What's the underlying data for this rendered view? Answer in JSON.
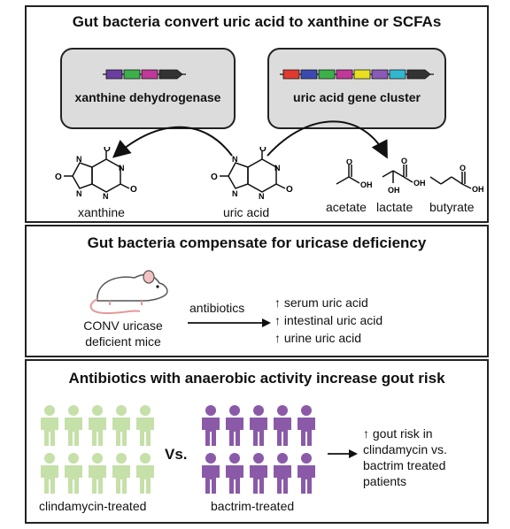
{
  "panel1": {
    "title": "Gut bacteria convert uric acid to xanthine or SCFAs",
    "box_left_label": "xanthine dehydrogenase",
    "box_right_label": "uric acid gene cluster",
    "xanthine_label": "xanthine",
    "uric_acid_label": "uric acid",
    "acetate_label": "acetate",
    "lactate_label": "lactate",
    "butyrate_label": "butyrate",
    "atoms": {
      "N": "N",
      "H": "H",
      "O": "O",
      "OH": "OH"
    },
    "gene_colors_left": [
      "#6a3fa0",
      "#3cb04a",
      "#c0389a",
      "#333333"
    ],
    "gene_colors_right": [
      "#e03a2f",
      "#3c4ab0",
      "#3cb04a",
      "#c0389a",
      "#e8e020",
      "#8a5ab8",
      "#30b8d0",
      "#333333"
    ]
  },
  "panel2": {
    "title": "Gut bacteria compensate for uricase deficiency",
    "mouse_label_line1": "CONV uricase",
    "mouse_label_line2": "deficient mice",
    "arrow_label": "antibiotics",
    "effects": [
      "↑ serum uric acid",
      "↑ intestinal uric acid",
      "↑ urine uric acid"
    ]
  },
  "panel3": {
    "title": "Antibiotics with anaerobic activity increase gout risk",
    "vs_label": "Vs.",
    "group_left_label": "clindamycin-treated",
    "group_right_label": "bactrim-treated",
    "outcome": [
      "↑ gout risk in",
      "clindamycin vs.",
      "bactrim treated",
      "patients"
    ],
    "color_left": "#c5e0a8",
    "color_right": "#8a5aa8"
  }
}
